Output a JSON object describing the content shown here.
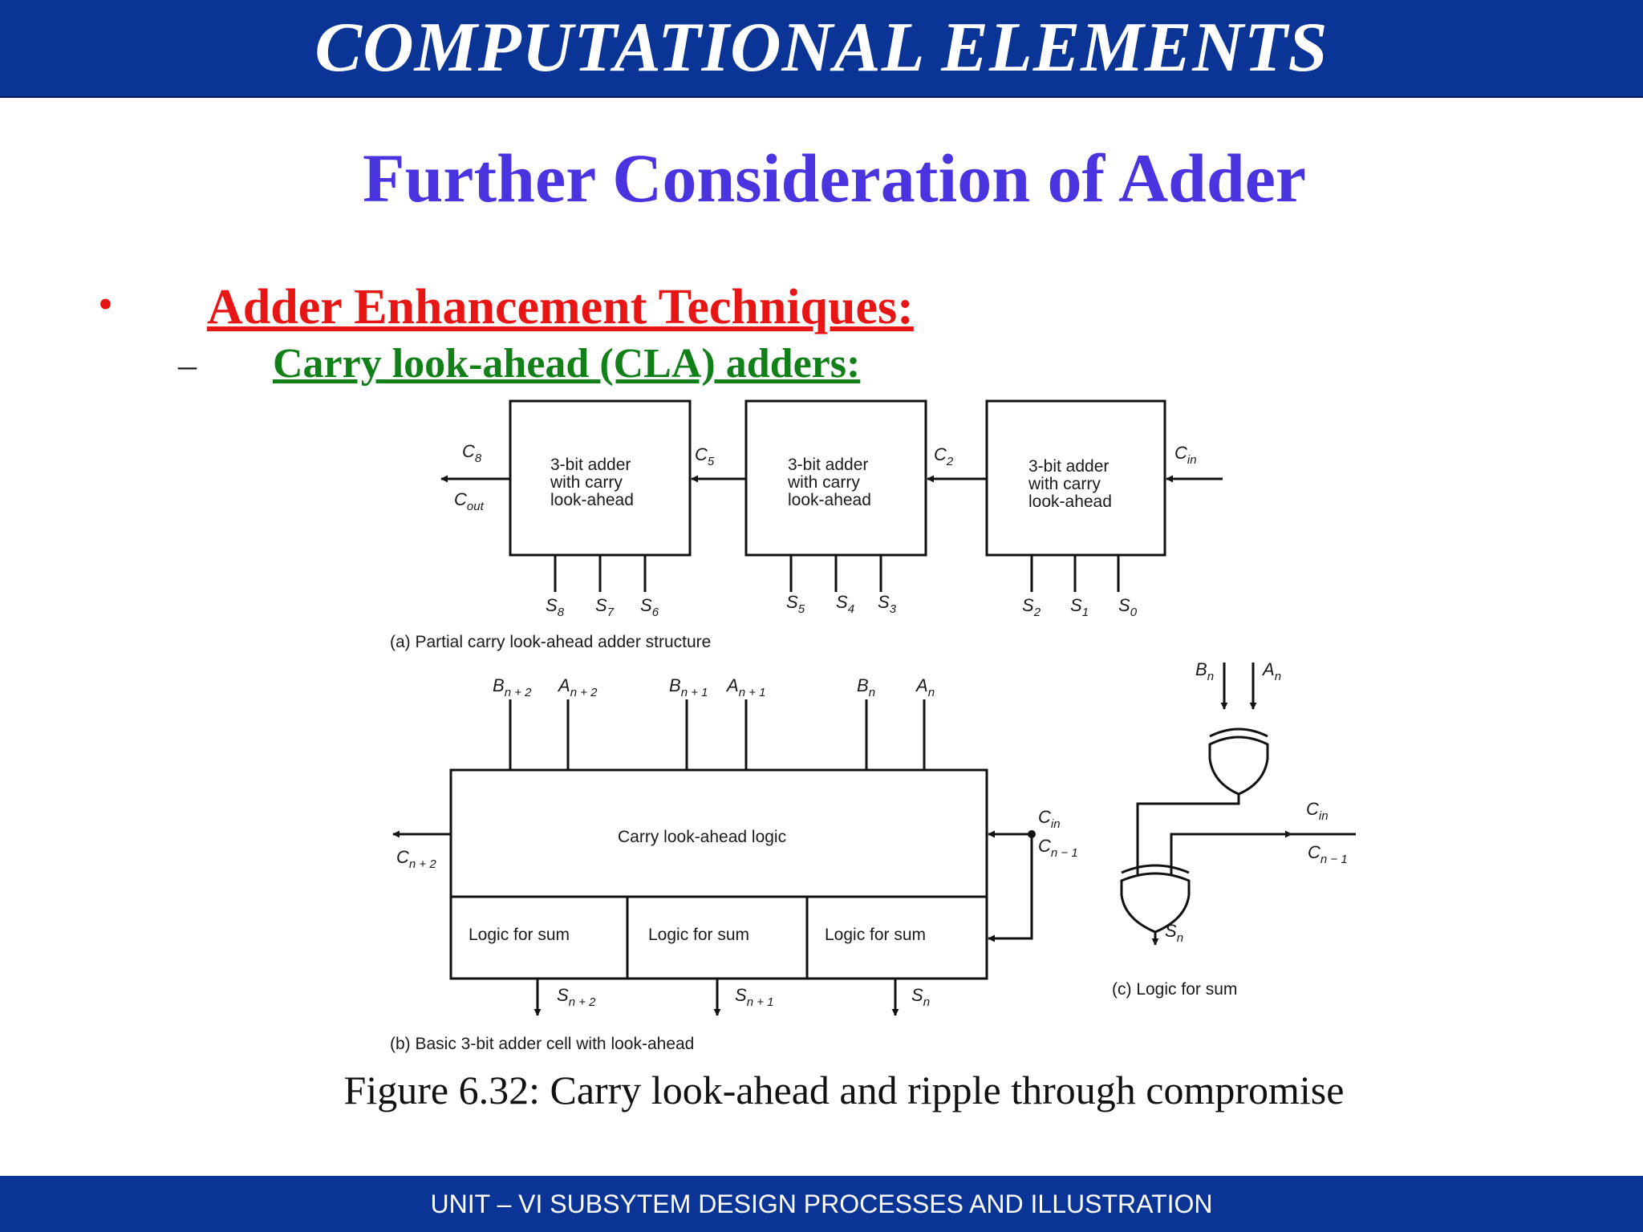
{
  "header": {
    "title": "COMPUTATIONAL ELEMENTS"
  },
  "slide": {
    "subtitle": "Further Consideration of Adder",
    "bullet": "Adder Enhancement Techniques:",
    "bullet_marker": "•",
    "sub_bullet": "Carry look-ahead (CLA) adders:",
    "sub_bullet_marker": "–"
  },
  "figure": {
    "block_label": "3-bit adder\nwith carry\nlook-ahead",
    "carries": {
      "c8": {
        "main": "C",
        "sub": "8"
      },
      "cout": {
        "main": "C",
        "sub": "out"
      },
      "c5": {
        "main": "C",
        "sub": "5"
      },
      "c2": {
        "main": "C",
        "sub": "2"
      },
      "cin": {
        "main": "C",
        "sub": "in"
      }
    },
    "sum_outputs_a": [
      {
        "main": "S",
        "sub": "8"
      },
      {
        "main": "S",
        "sub": "7"
      },
      {
        "main": "S",
        "sub": "6"
      },
      {
        "main": "S",
        "sub": "5"
      },
      {
        "main": "S",
        "sub": "4"
      },
      {
        "main": "S",
        "sub": "3"
      },
      {
        "main": "S",
        "sub": "2"
      },
      {
        "main": "S",
        "sub": "1"
      },
      {
        "main": "S",
        "sub": "0"
      }
    ],
    "caption_a": "(a) Partial carry look-ahead adder structure",
    "inputs_b": [
      {
        "main": "B",
        "sub": "n + 2"
      },
      {
        "main": "A",
        "sub": "n + 2"
      },
      {
        "main": "B",
        "sub": "n + 1"
      },
      {
        "main": "A",
        "sub": "n + 1"
      },
      {
        "main": "B",
        "sub": "n"
      },
      {
        "main": "A",
        "sub": "n"
      }
    ],
    "cla_logic_label": "Carry look-ahead logic",
    "logic_for_sum_label": "Logic for sum",
    "b_carry_out": {
      "main": "C",
      "sub": "n + 2"
    },
    "b_carry_in": {
      "main": "C",
      "sub": "in"
    },
    "b_carry_in_alt": {
      "main": "C",
      "sub": "n − 1"
    },
    "sum_outputs_b": [
      {
        "main": "S",
        "sub": "n + 2"
      },
      {
        "main": "S",
        "sub": "n + 1"
      },
      {
        "main": "S",
        "sub": "n"
      }
    ],
    "caption_b": "(b) Basic 3-bit adder cell with look-ahead",
    "c_inputs": [
      {
        "main": "B",
        "sub": "n"
      },
      {
        "main": "A",
        "sub": "n"
      }
    ],
    "c_carry_in": {
      "main": "C",
      "sub": "in"
    },
    "c_carry_in_alt": {
      "main": "C",
      "sub": "n − 1"
    },
    "c_sum": {
      "main": "S",
      "sub": "n"
    },
    "caption_c": "(c) Logic for sum",
    "figure_caption": "Figure 6.32: Carry look-ahead and ripple through compromise"
  },
  "footer": {
    "text": "UNIT – VI SUBSYTEM DESIGN PROCESSES AND ILLUSTRATION"
  },
  "colors": {
    "bar": "#0a3597",
    "subtitle": "#4a34e0",
    "bullet": "#e81515",
    "sub_bullet": "#118018"
  }
}
